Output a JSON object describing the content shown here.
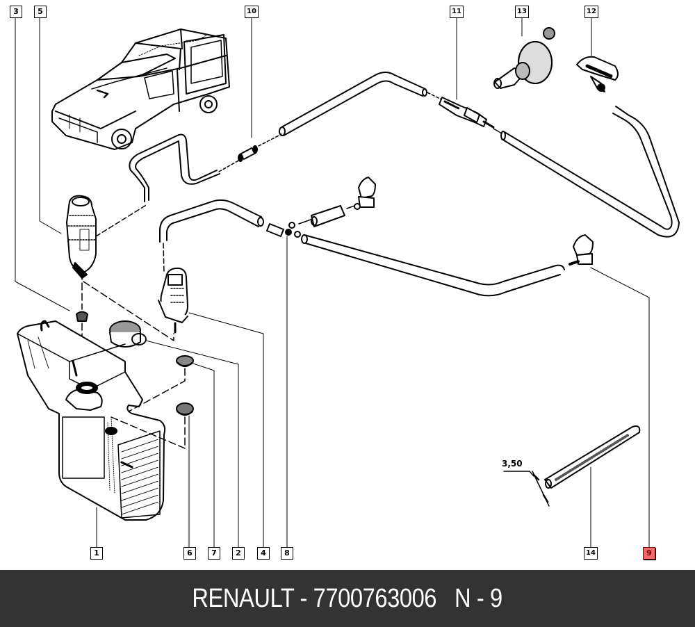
{
  "diagram": {
    "title": "Windscreen washer system exploded parts diagram",
    "dimension_label": "3,50",
    "callouts": [
      {
        "number": "1",
        "part": "washer-reservoir",
        "highlighted": false
      },
      {
        "number": "2",
        "part": "reservoir-filler-cap",
        "highlighted": false
      },
      {
        "number": "3",
        "part": "pump-grommet",
        "highlighted": false
      },
      {
        "number": "4",
        "part": "rear-washer-pump",
        "highlighted": false
      },
      {
        "number": "5",
        "part": "front-washer-pump",
        "highlighted": false
      },
      {
        "number": "6",
        "part": "reservoir-plug",
        "highlighted": false
      },
      {
        "number": "7",
        "part": "reservoir-plug-small",
        "highlighted": false
      },
      {
        "number": "8",
        "part": "t-connector",
        "highlighted": false
      },
      {
        "number": "9",
        "part": "washer-jet",
        "highlighted": true
      },
      {
        "number": "10",
        "part": "inline-connector",
        "highlighted": false
      },
      {
        "number": "11",
        "part": "non-return-valve",
        "highlighted": false
      },
      {
        "number": "12",
        "part": "rear-washer-jet",
        "highlighted": false
      },
      {
        "number": "13",
        "part": "grommet-fitting",
        "highlighted": false
      },
      {
        "number": "14",
        "part": "washer-hose",
        "highlighted": false
      }
    ],
    "highlight_color": "#f26b6b"
  },
  "footer": {
    "brand": "RENAULT",
    "separator": " - ",
    "part_number": "7700763006",
    "position_label": "N - 9",
    "background": "#333333"
  }
}
